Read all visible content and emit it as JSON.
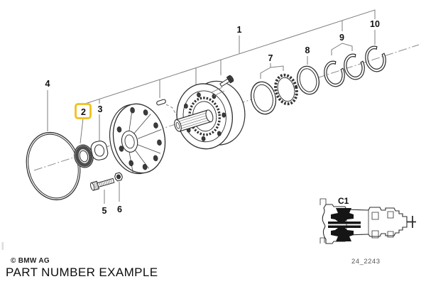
{
  "diagram": {
    "callouts": {
      "n1": "1",
      "n2": "2",
      "n3": "3",
      "n4": "4",
      "n5": "5",
      "n6": "6",
      "n7": "7",
      "n8": "8",
      "n9": "9",
      "n10": "10"
    },
    "highlighted_callout": "2"
  },
  "inset": {
    "label": "C1",
    "drawing_code": "24_2243"
  },
  "footer": {
    "copyright": "© BMW AG",
    "caption": "PART NUMBER EXAMPLE"
  },
  "colors": {
    "highlight_yellow": "#F0C11A",
    "line_dark": "#2d2d2d"
  }
}
